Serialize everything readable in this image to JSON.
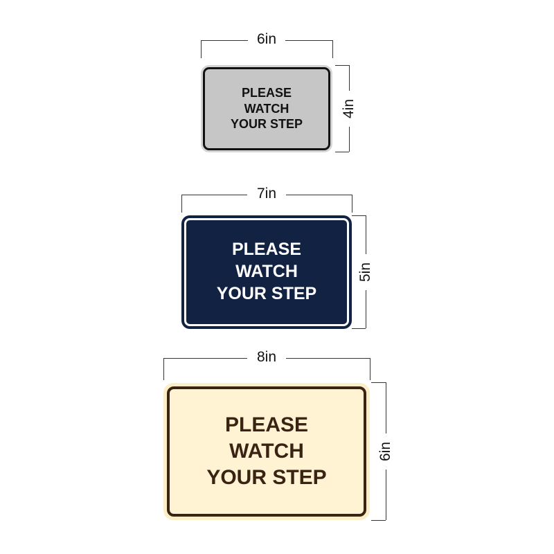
{
  "signs": [
    {
      "width_label": "6in",
      "height_label": "4in",
      "text_lines": [
        "PLEASE",
        "WATCH",
        "YOUR STEP"
      ],
      "colors": {
        "face": "#c6c6c6",
        "border": "#111111",
        "text": "#111111"
      }
    },
    {
      "width_label": "7in",
      "height_label": "5in",
      "text_lines": [
        "PLEASE",
        "WATCH",
        "YOUR STEP"
      ],
      "colors": {
        "face": "#122242",
        "border": "#ffffff",
        "text": "#ffffff"
      }
    },
    {
      "width_label": "8in",
      "height_label": "6in",
      "text_lines": [
        "PLEASE",
        "WATCH",
        "YOUR STEP"
      ],
      "colors": {
        "face": "#fff3d3",
        "border": "#3b2313",
        "text": "#3b2313"
      }
    }
  ]
}
